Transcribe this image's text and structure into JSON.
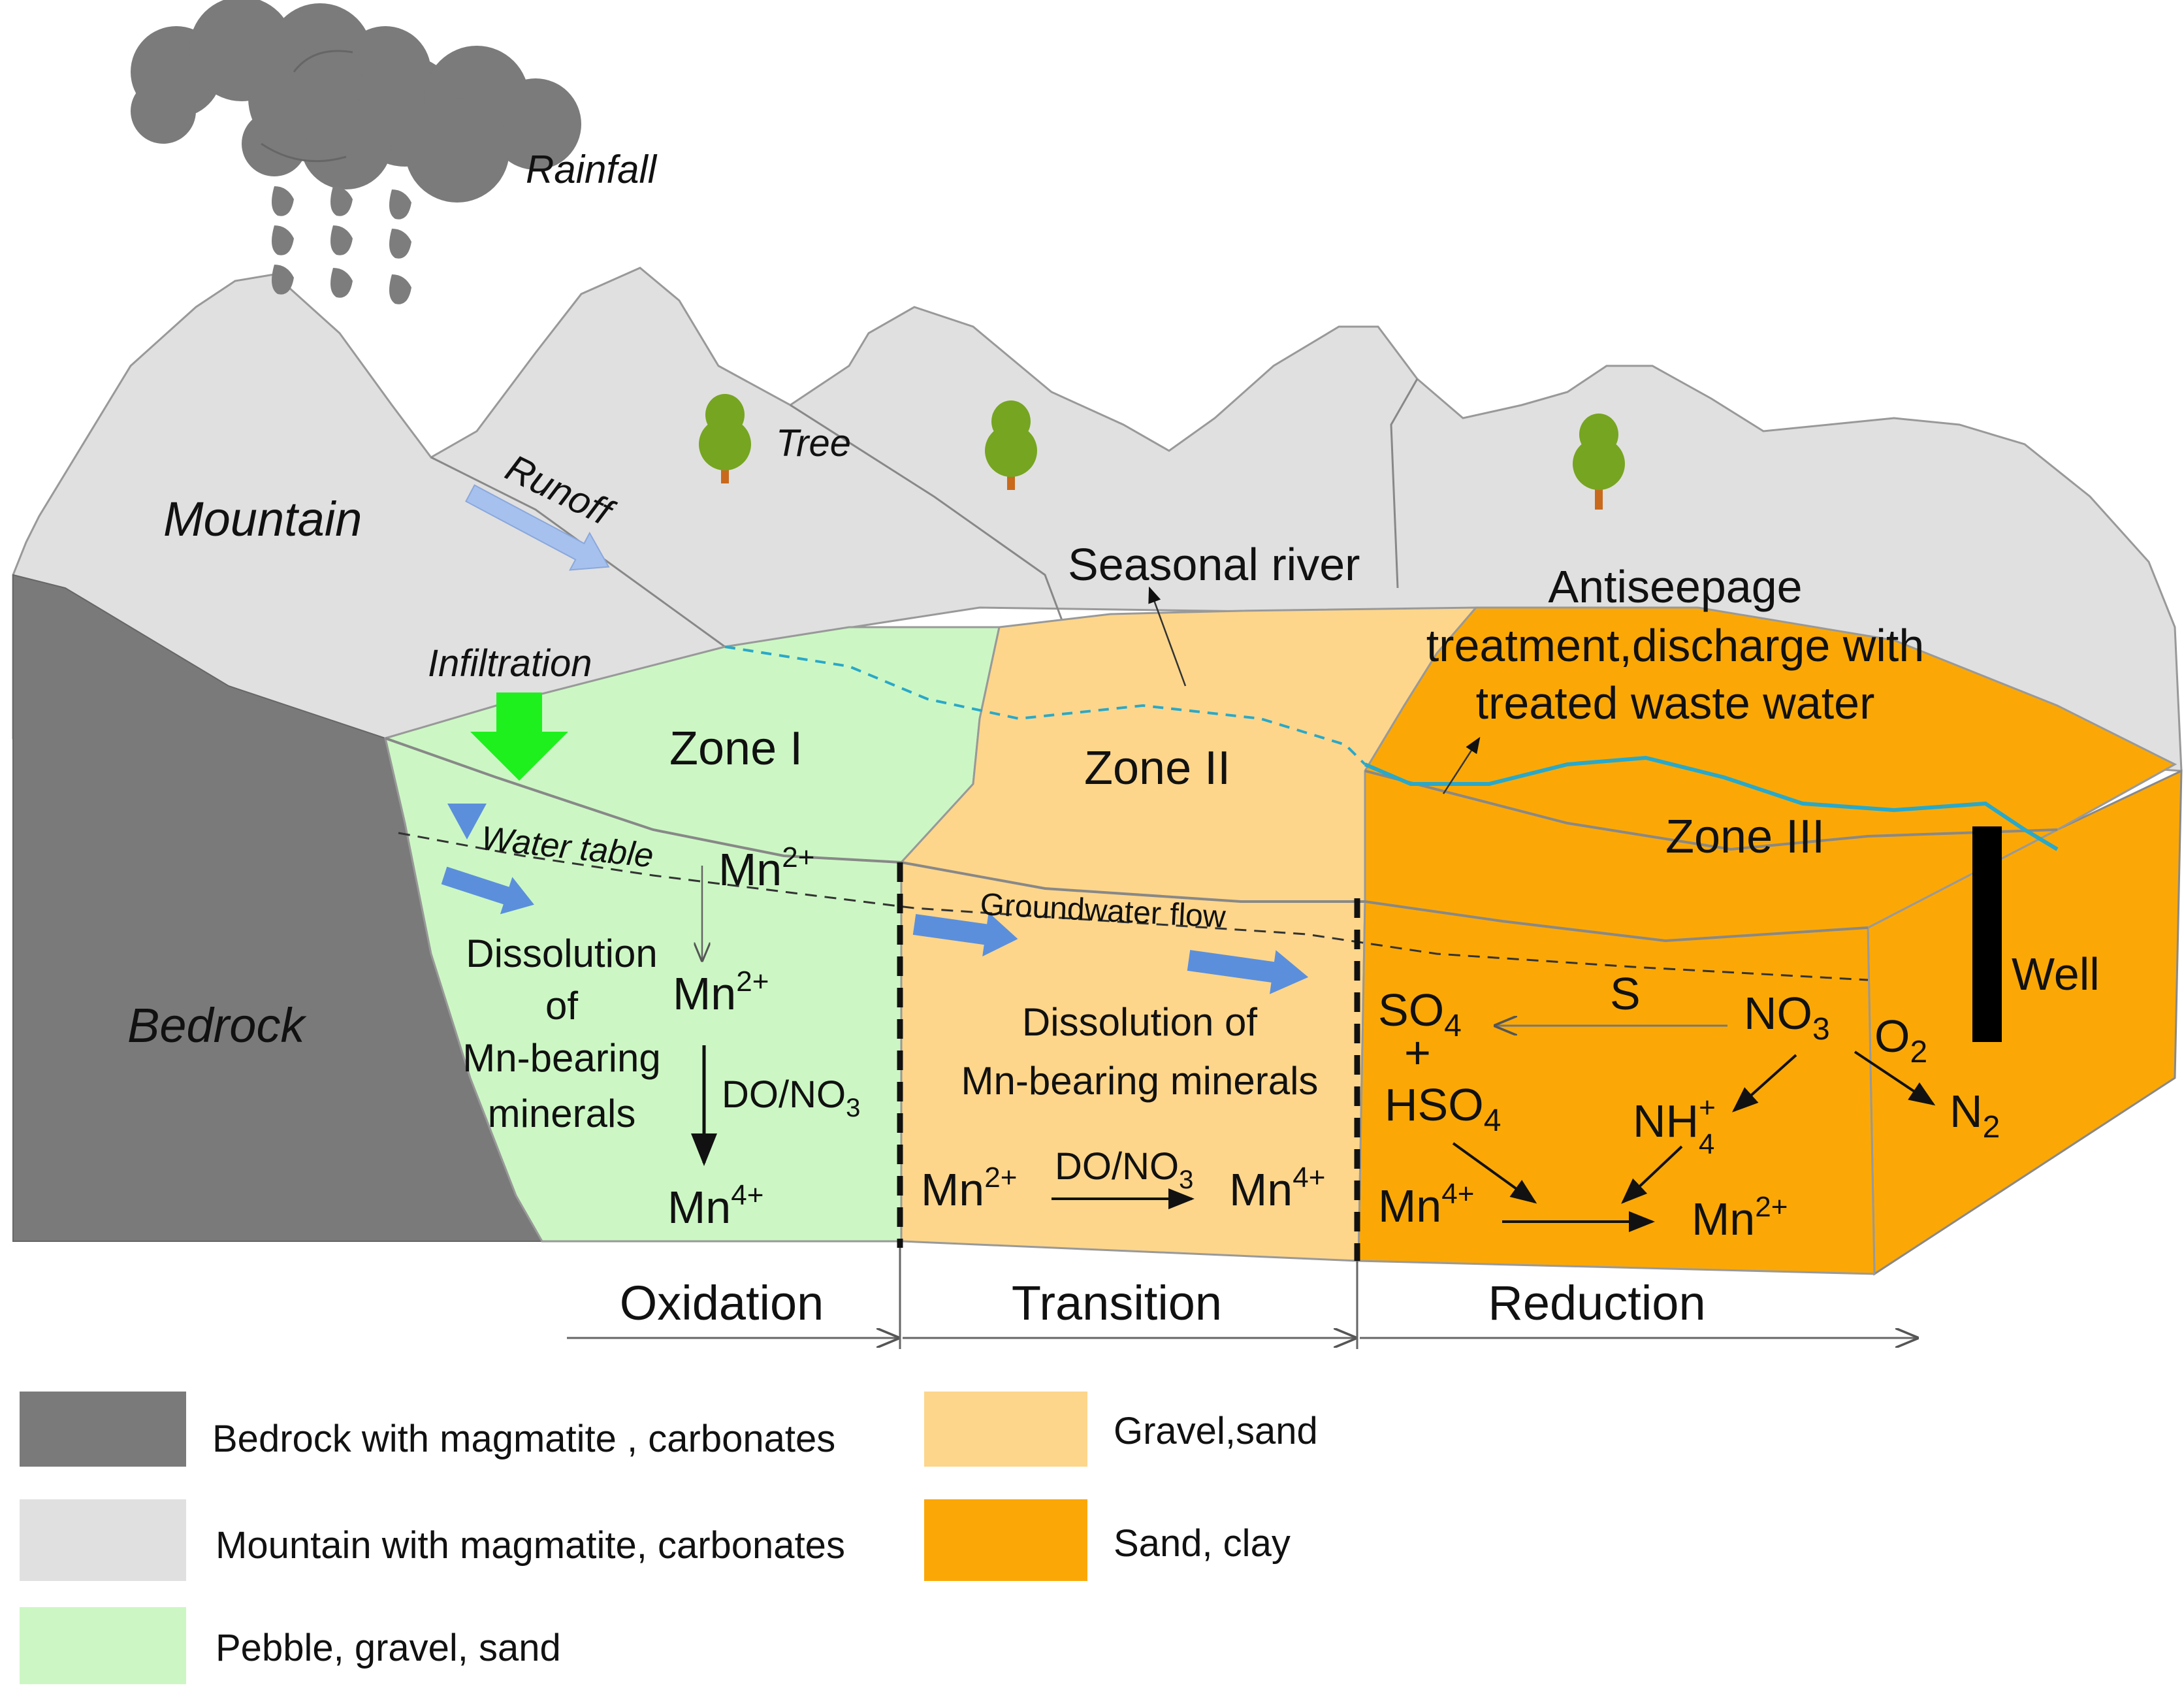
{
  "labels": {
    "rainfall": "Rainfall",
    "mountain": "Mountain",
    "runoff": "Runoff",
    "tree": "Tree",
    "seasonal_river": "Seasonal river",
    "antiseepage_1": "Antiseepage",
    "antiseepage_2": "treatment,discharge with",
    "antiseepage_3": "treated waste water",
    "infiltration": "Infiltration",
    "bedrock": "Bedrock",
    "zone1": "Zone I",
    "zone2": "Zone II",
    "zone3": "Zone III",
    "water_table": "Water table",
    "groundwater_flow": "Groundwater flow",
    "well": "Well"
  },
  "zone1": {
    "mn2_top": "Mn",
    "mn2_top_sup": "2+",
    "dissolution_1": "Dissolution",
    "dissolution_2": "of",
    "dissolution_3": "Mn-bearing",
    "dissolution_4": "minerals",
    "mn2_mid": "Mn",
    "mn2_mid_sup": "2+",
    "do_no3": "DO/NO",
    "do_no3_sub": "3",
    "mn4": "Mn",
    "mn4_sup": "4+"
  },
  "zone2": {
    "dissolution_1": "Dissolution of",
    "dissolution_2": "Mn-bearing minerals",
    "mn2": "Mn",
    "mn2_sup": "2+",
    "do_no3": "DO/NO",
    "do_no3_sub": "3",
    "mn4": "Mn",
    "mn4_sup": "4+"
  },
  "zone3": {
    "so4": "SO",
    "so4_sub": "4",
    "plus": "+",
    "hso4": "HSO",
    "hso4_sub": "4",
    "s": "S",
    "no3": "NO",
    "no3_sub": "3",
    "o2": "O",
    "o2_sub": "2",
    "n2": "N",
    "n2_sub": "2",
    "nh4": "NH",
    "nh4_sup": "+",
    "nh4_sub": "4",
    "mn4": "Mn",
    "mn4_sup": "4+",
    "mn2": "Mn",
    "mn2_sup": "2+"
  },
  "stages": [
    "Oxidation",
    "Transition",
    "Reduction"
  ],
  "legend": [
    {
      "label": "Bedrock with magmatite , carbonates",
      "color": "#7a7a7a"
    },
    {
      "label": "Mountain with magmatite, carbonates",
      "color": "#e0e0e0"
    },
    {
      "label": "Pebble, gravel, sand",
      "color": "#ccf7c4"
    },
    {
      "label": "Gravel,sand",
      "color": "#fdd68b"
    },
    {
      "label": "Sand, clay",
      "color": "#fba806"
    }
  ],
  "colors": {
    "bedrock": "#7a7a7a",
    "mountain": "#e0e0e0",
    "zone1": "#ccf7c4",
    "zone2": "#fdd68b",
    "zone3": "#fba806",
    "cloud": "#7b7b7b",
    "infiltration_arrow": "#1ef01e",
    "flow_arrow": "#5b8fdc",
    "river": "#2aa8c8",
    "tree_crown": "#76a521",
    "tree_trunk": "#c9691c"
  }
}
